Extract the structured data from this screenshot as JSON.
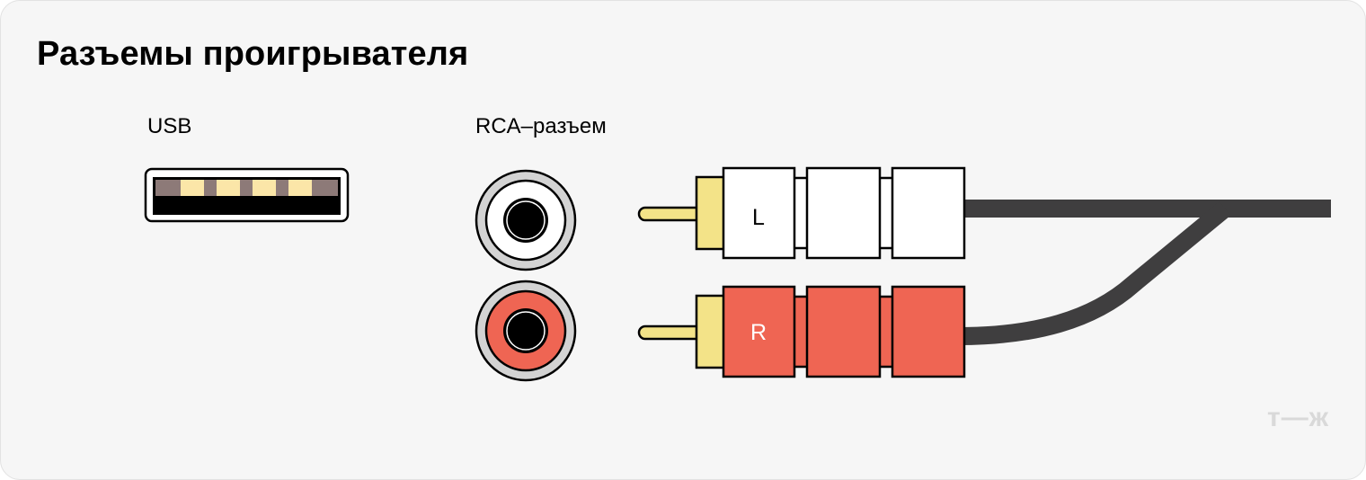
{
  "title": "Разъемы проигрывателя",
  "usb": {
    "label": "USB"
  },
  "rca": {
    "label": "RCA–разъем",
    "left_plug_letter": "L",
    "right_plug_letter": "R"
  },
  "brand": {
    "logo_text": "т—ж"
  },
  "colors": {
    "background": "#f6f6f6",
    "rca_left": "#ffffff",
    "rca_right": "#ef6553",
    "pin": "#f3e388",
    "cable": "#3f3e3f",
    "usb_contact": "#fbe6a8",
    "usb_strip": "#8d7a78",
    "socket_ring": "#d3d3d3"
  }
}
